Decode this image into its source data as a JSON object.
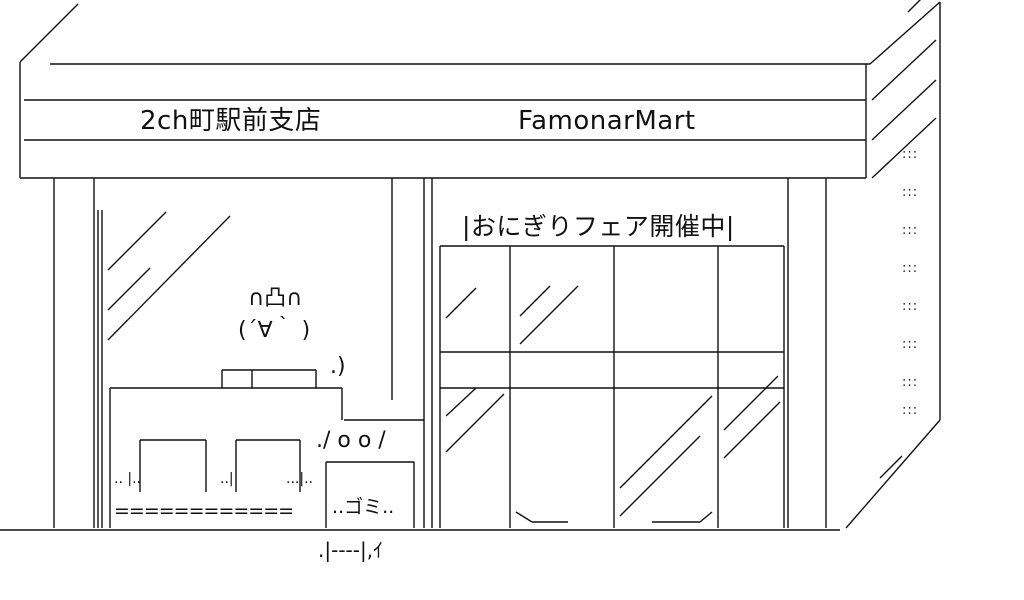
{
  "sign": {
    "store_name": "2ch町駅前支店",
    "brand": "FamonarMart"
  },
  "banner": {
    "text": "|おにぎりフェア開催中|"
  },
  "character": {
    "ears": "∩凸∩",
    "face": "(´∀｀ )",
    "hand": ".)"
  },
  "trash_bin": {
    "top": "./ o o /",
    "label": "..ゴミ..",
    "base": ".|----|,ｲ"
  },
  "counter": {
    "rail": "============",
    "left_dots": ".. |..",
    "mid_dots": "..|",
    "right_dots": "...|.."
  },
  "side_wall": {
    "dots": ":::"
  },
  "colors": {
    "line": "#111111",
    "background": "#ffffff"
  }
}
